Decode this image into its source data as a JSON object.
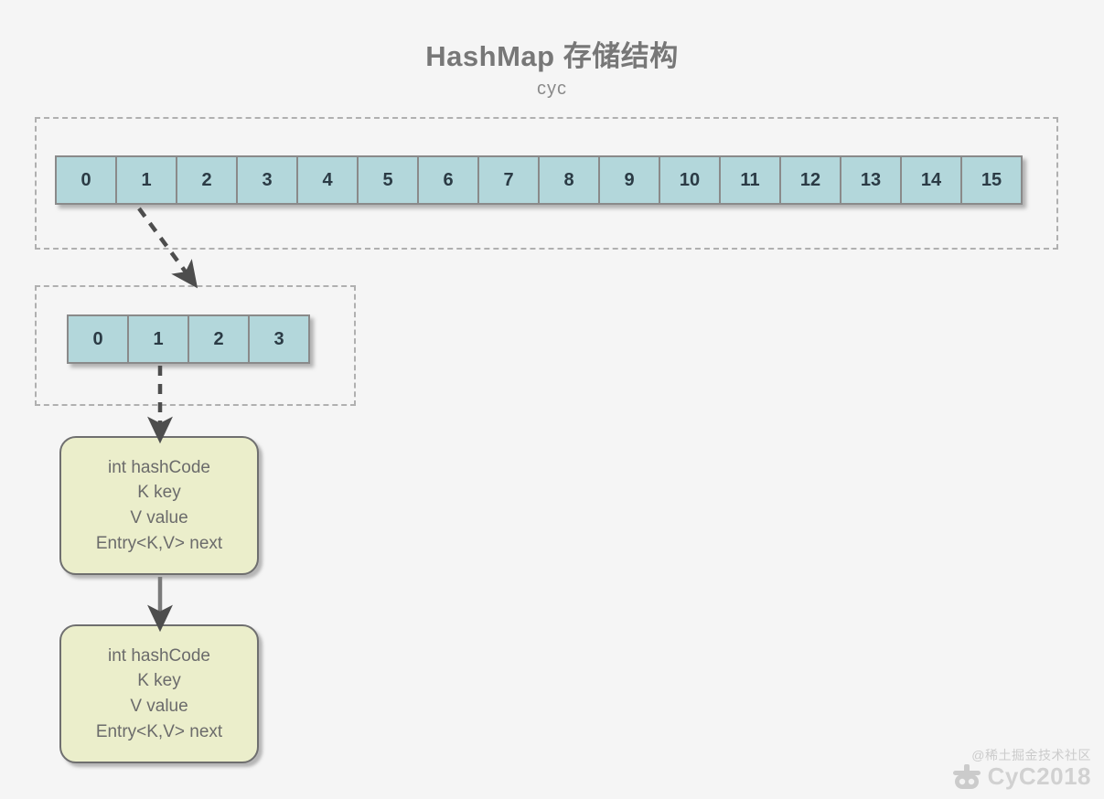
{
  "header": {
    "title": "HashMap 存储结构",
    "subtitle": "cyc"
  },
  "colors": {
    "background": "#f5f5f5",
    "cell_fill": "#b3d7db",
    "cell_border": "#8a8a8a",
    "cell_text": "#2b3b45",
    "entry_fill": "#ebeecb",
    "entry_border": "#6f6f6f",
    "entry_text": "#6b6b6b",
    "dashed_border": "#b0b0b0",
    "title_text": "#777777",
    "arrow": "#4d4d4d"
  },
  "hash_table": {
    "group_name": "hash-table-group",
    "cells": [
      "0",
      "1",
      "2",
      "3",
      "4",
      "5",
      "6",
      "7",
      "8",
      "9",
      "10",
      "11",
      "12",
      "13",
      "14",
      "15"
    ],
    "highlighted_index": "1"
  },
  "bucket_table": {
    "group_name": "bucket-group",
    "cells": [
      "0",
      "1",
      "2",
      "3"
    ],
    "highlighted_index": "1"
  },
  "entries": [
    {
      "name": "entry-node-1",
      "lines": [
        "int hashCode",
        "K key",
        "V value",
        "Entry<K,V> next"
      ]
    },
    {
      "name": "entry-node-2",
      "lines": [
        "int hashCode",
        "K key",
        "V value",
        "Entry<K,V> next"
      ]
    }
  ],
  "connectors": [
    {
      "name": "table-to-bucket-arrow",
      "style": "dashed"
    },
    {
      "name": "bucket-to-entry-arrow",
      "style": "dashed"
    },
    {
      "name": "entry-to-entry-arrow",
      "style": "solid"
    }
  ],
  "watermark": {
    "community": "@稀土掘金技术社区",
    "brand": "CyC2018"
  }
}
